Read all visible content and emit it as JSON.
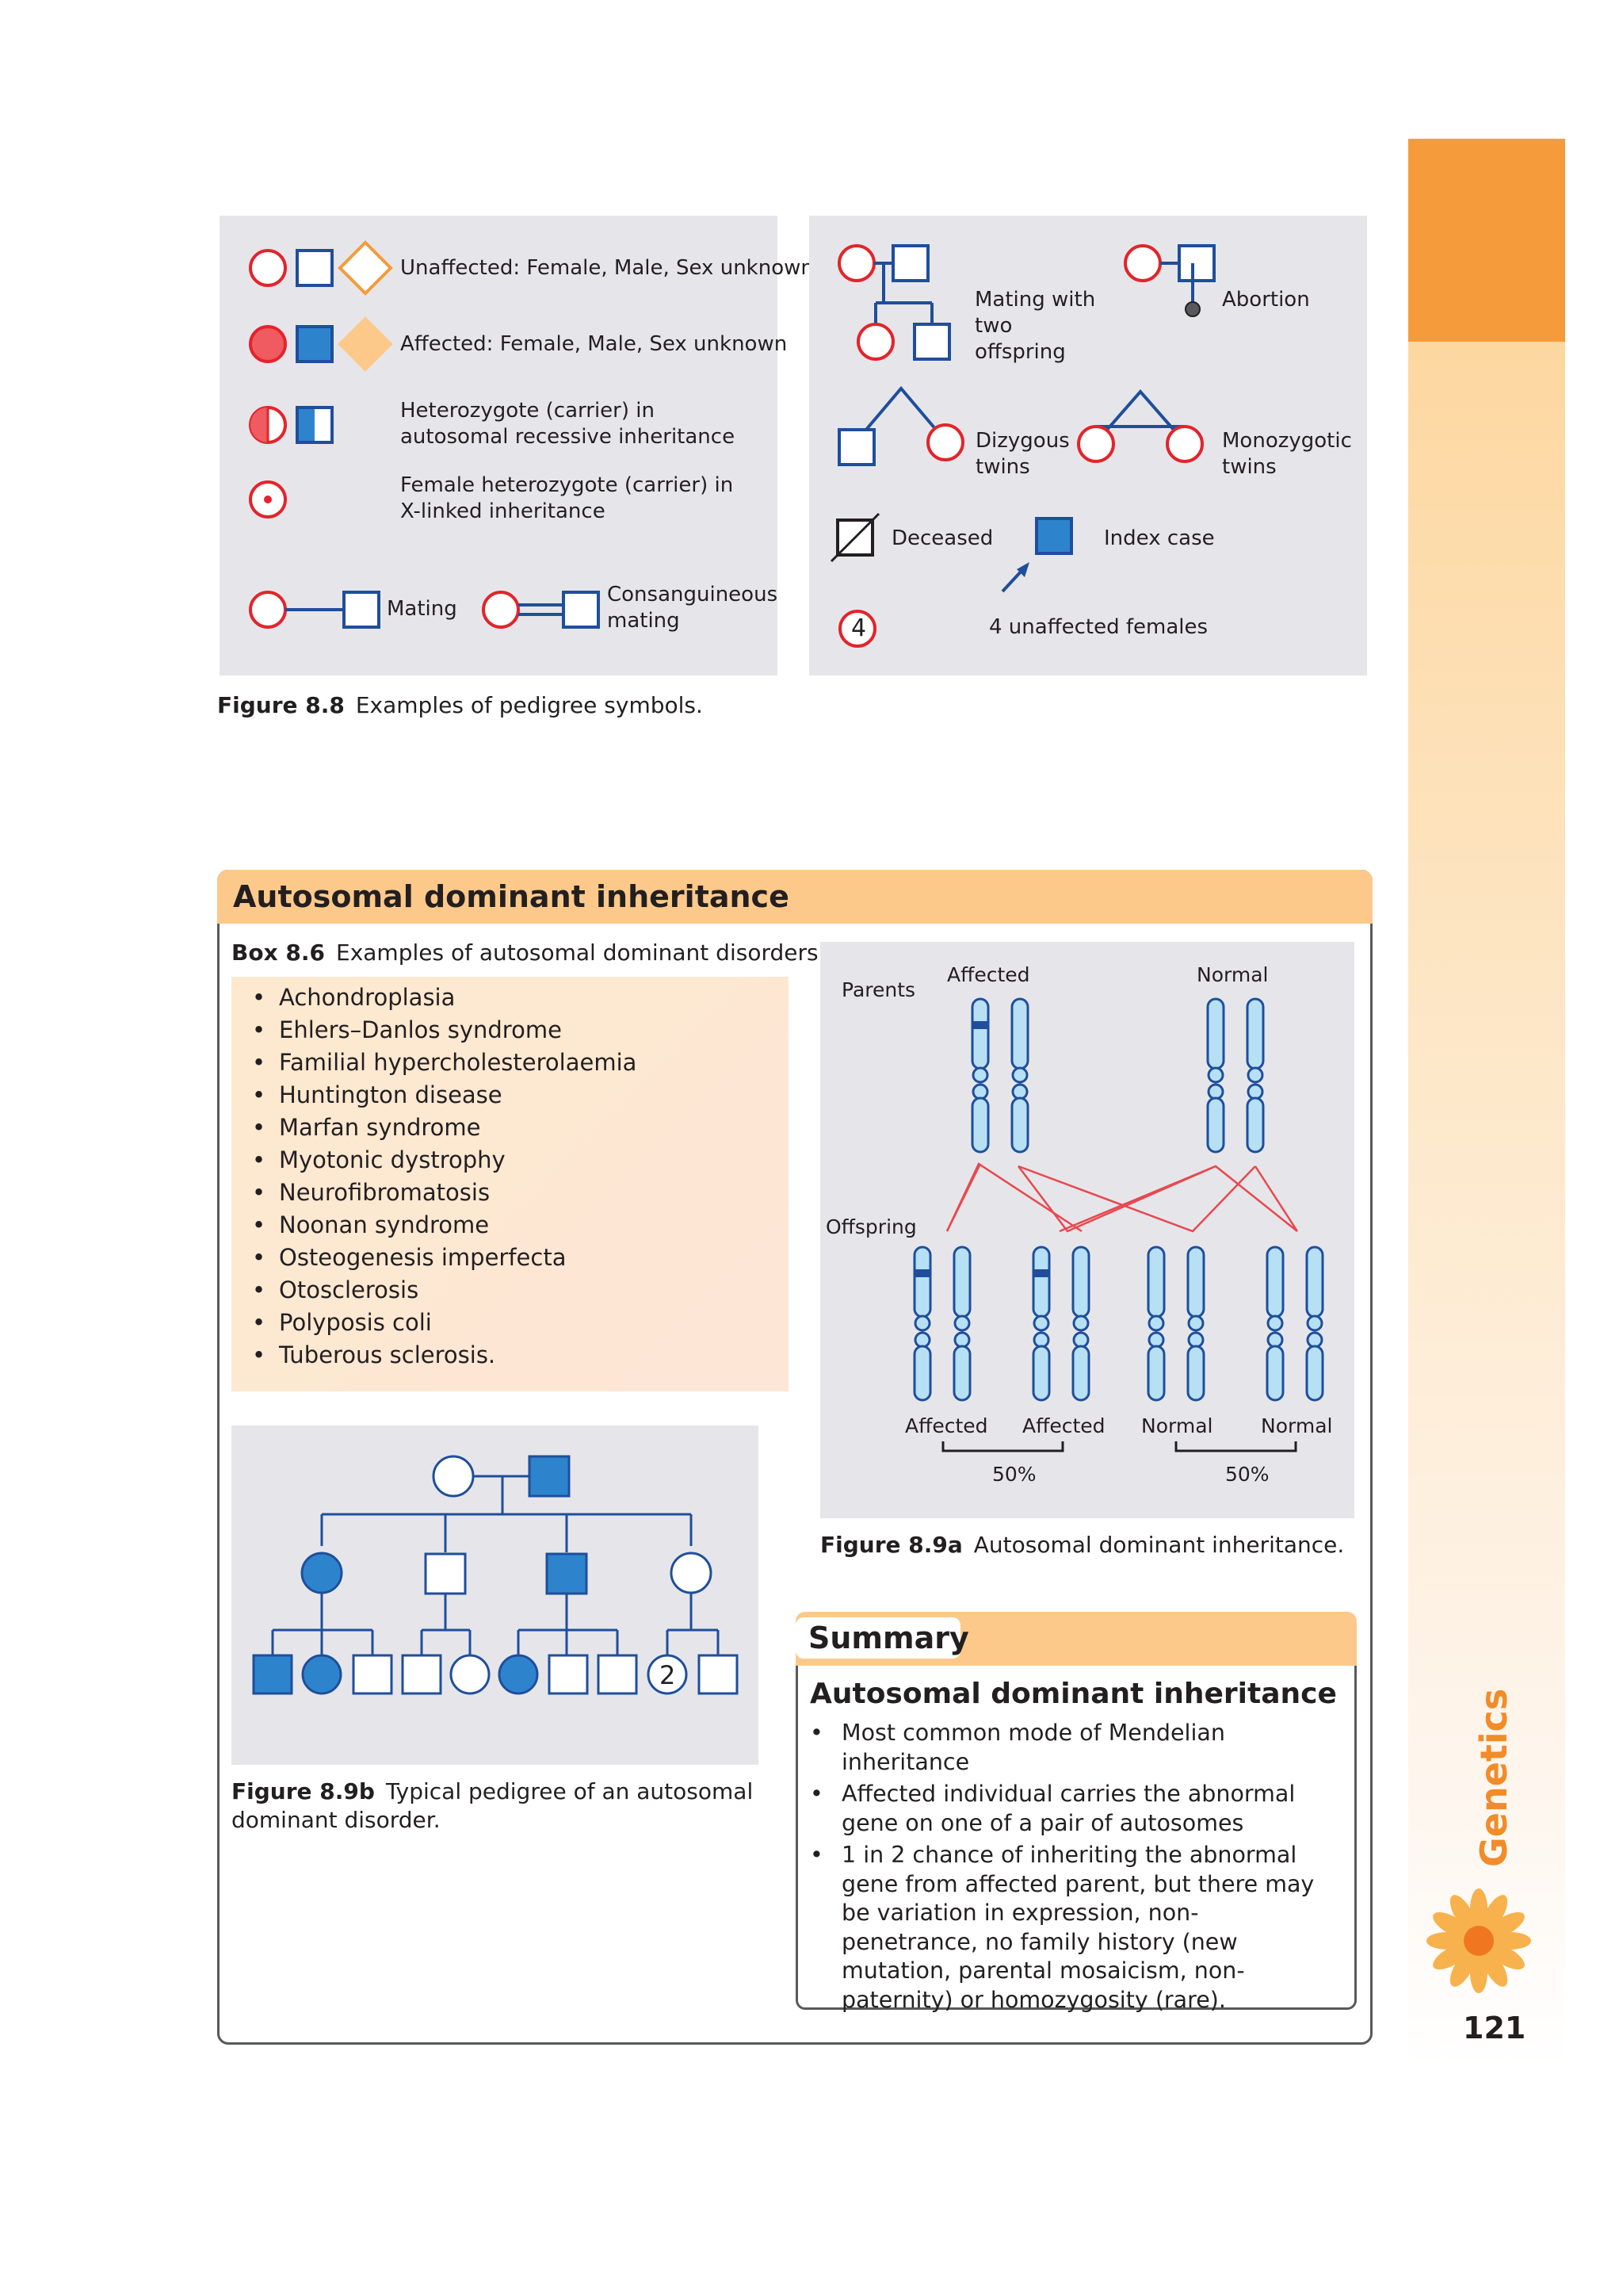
{
  "fig88": {
    "left": {
      "unaffected": "Unaffected: Female, Male, Sex unknown",
      "affected": "Affected: Female, Male, Sex unknown",
      "heterozygote": "Heterozygote (carrier) in autosomal recessive inheritance",
      "x_linked": "Female heterozygote (carrier) in X-linked inheritance",
      "mating": "Mating",
      "consanguineous": "Consanguineous mating"
    },
    "right": {
      "mating_offspring": "Mating with two offspring",
      "abortion": "Abortion",
      "dizygous": "Dizygous twins",
      "monozygotic": "Monozygotic twins",
      "deceased": "Deceased",
      "index_case": "Index case",
      "count_number": "4",
      "count_label": "4 unaffected females"
    },
    "caption_num": "Figure 8.8",
    "caption_text": "Examples of pedigree symbols."
  },
  "section": {
    "title": "Autosomal dominant inheritance",
    "box_num": "Box 8.6",
    "box_title": "Examples of autosomal dominant disorders",
    "disorders": [
      "Achondroplasia",
      "Ehlers–Danlos syndrome",
      "Familial hypercholesterolaemia",
      "Huntington disease",
      "Marfan syndrome",
      "Myotonic dystrophy",
      "Neurofibromatosis",
      "Noonan syndrome",
      "Osteogenesis imperfecta",
      "Otosclerosis",
      "Polyposis coli",
      "Tuberous sclerosis."
    ]
  },
  "fig89a": {
    "parents": "Parents",
    "affected": "Affected",
    "normal": "Normal",
    "offspring": "Offspring",
    "off_labels": [
      "Affected",
      "Affected",
      "Normal",
      "Normal"
    ],
    "pct_left": "50%",
    "pct_right": "50%",
    "caption_num": "Figure 8.9a",
    "caption_text": "Autosomal dominant inheritance."
  },
  "fig89b": {
    "twin_count": "2",
    "caption_num": "Figure 8.9b",
    "caption_text": "Typical pedigree of an autosomal dominant disorder."
  },
  "summary": {
    "tab": "Summary",
    "title": "Autosomal dominant inheritance",
    "points": [
      "Most common mode of Mendelian inheritance",
      "Affected individual carries the abnormal gene on one of a pair of autosomes",
      "1 in 2 chance of inheriting the abnormal gene from affected parent, but there may be variation in expression, non-penetrance, no family history (new mutation, parental mosaicism, non-paternity) or homozygosity (rare)."
    ]
  },
  "sidebar": {
    "title": "Genetics",
    "page_number": "121"
  },
  "colors": {
    "red": "#e3242b",
    "pink_fill": "#f05a61",
    "blue": "#1f4e9c",
    "blue_fill": "#2e84cc",
    "orange": "#f59b3b",
    "peach": "#fcc98a",
    "panel": "#e6e6ea"
  }
}
